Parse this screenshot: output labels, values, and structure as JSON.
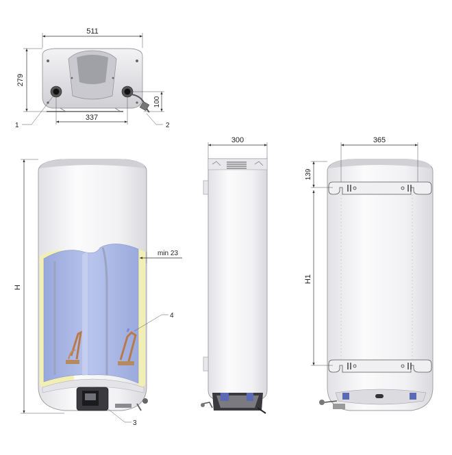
{
  "dimensions": {
    "top_width": "511",
    "top_depth": "279",
    "pipe_spacing": "337",
    "pipe_height": "100",
    "overall_height": "H",
    "side_depth": "300",
    "bracket_spacing": "365",
    "bracket_offset": "139",
    "bracket_height": "H1",
    "insulation": "min 23"
  },
  "callouts": [
    "1",
    "2",
    "3",
    "4"
  ],
  "colors": {
    "tank_blue": "#aab8e6",
    "insulation_yellow": "#f2efb4",
    "body_white": "#f4f4f6",
    "outline_grey": "#9a9a9a"
  }
}
